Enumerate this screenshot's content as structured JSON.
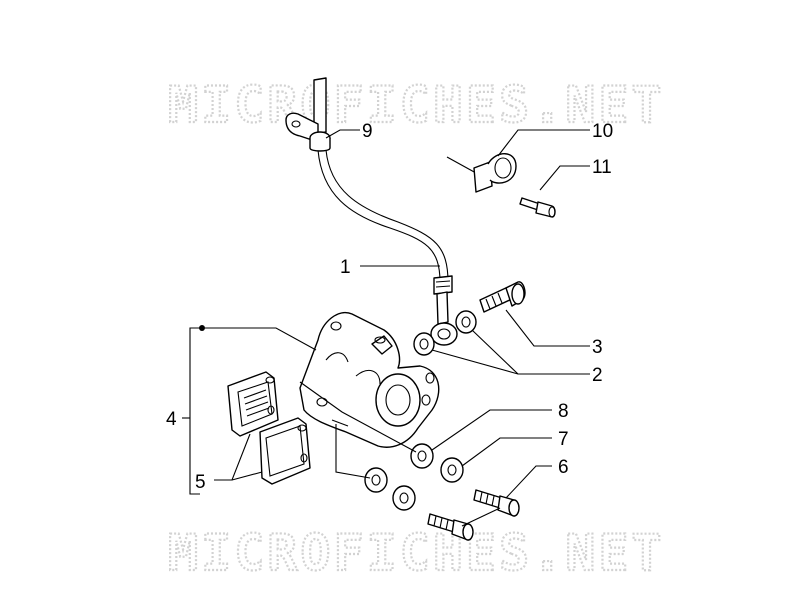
{
  "watermarks": [
    "MICROFICHES.NET",
    "MICROFICHES.NET"
  ],
  "callouts": [
    {
      "id": "c1",
      "label": "1"
    },
    {
      "id": "c2",
      "label": "2"
    },
    {
      "id": "c3",
      "label": "3"
    },
    {
      "id": "c4",
      "label": "4"
    },
    {
      "id": "c5",
      "label": "5"
    },
    {
      "id": "c6",
      "label": "6"
    },
    {
      "id": "c7",
      "label": "7"
    },
    {
      "id": "c8",
      "label": "8"
    },
    {
      "id": "c9",
      "label": "9"
    },
    {
      "id": "c10",
      "label": "10"
    },
    {
      "id": "c11",
      "label": "11"
    }
  ],
  "colors": {
    "line": "#000000",
    "watermark": "#d2d2d2",
    "background": "#ffffff"
  }
}
